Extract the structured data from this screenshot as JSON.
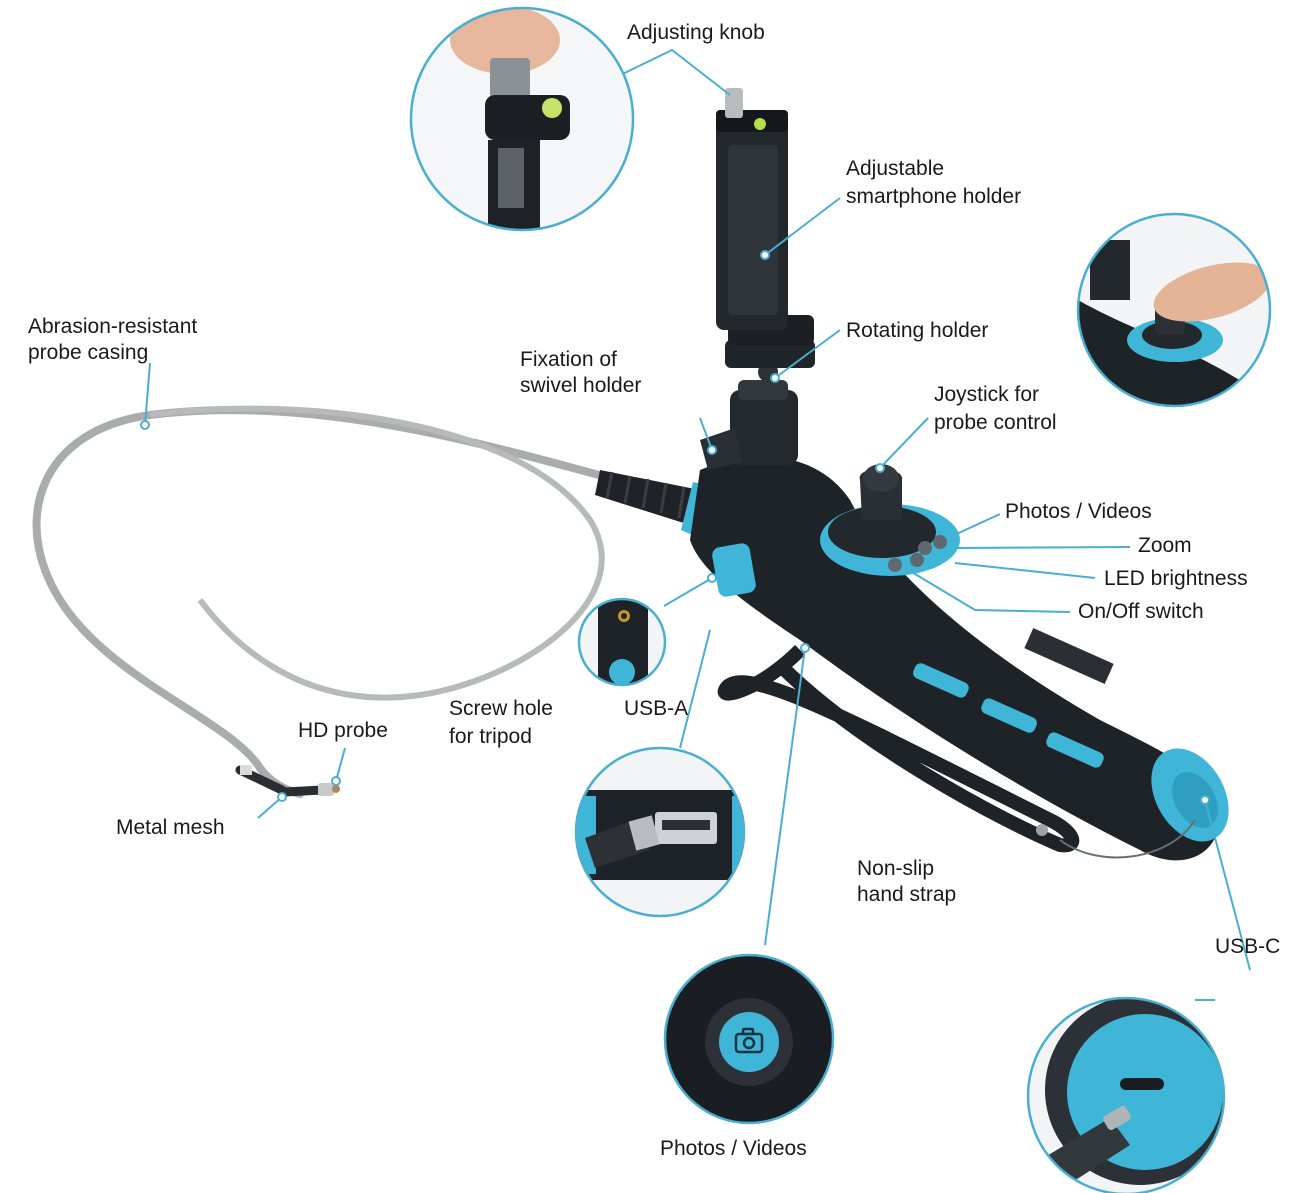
{
  "labels": {
    "adjusting_knob": "Adjusting knob",
    "smartphone_holder": [
      "Adjustable",
      "smartphone holder"
    ],
    "probe_casing": [
      "Abrasion-resistant",
      "probe casing"
    ],
    "rotating_holder": "Rotating holder",
    "fixation": [
      "Fixation of",
      "swivel holder"
    ],
    "joystick": [
      "Joystick for",
      "probe control"
    ],
    "photos_videos_top": "Photos / Videos",
    "zoom": "Zoom",
    "led_brightness": "LED brightness",
    "on_off": "On/Off switch",
    "screw_hole": [
      "Screw hole",
      "for tripod"
    ],
    "usb_a": "USB-A",
    "hd_probe": "HD probe",
    "metal_mesh": "Metal mesh",
    "hand_strap": [
      "Non-slip",
      "hand strap"
    ],
    "usb_c": "USB-C",
    "photos_videos_bottom": "Photos / Videos"
  },
  "colors": {
    "accent": "#3fb6d8",
    "callout_line": "#4aaed0",
    "body": "#1e2328",
    "cable": "#a9abad"
  },
  "icons": {
    "camera": "camera-icon"
  }
}
